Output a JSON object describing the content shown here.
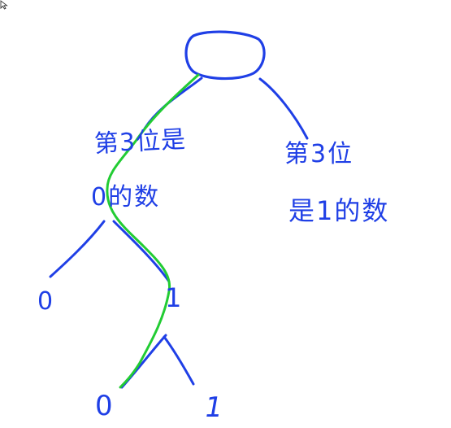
{
  "labels": {
    "left_branch_line1": "第3位是",
    "left_branch_line2": "0的数",
    "right_branch_line1": "第3位",
    "right_branch_line2": "是1的数"
  },
  "nodes": {
    "level2_left": "0",
    "level2_right": "1",
    "level3_left": "0",
    "level3_right": "1"
  },
  "colors": {
    "ink_blue": "#1f3fe6",
    "highlight_green": "#22cc33"
  }
}
